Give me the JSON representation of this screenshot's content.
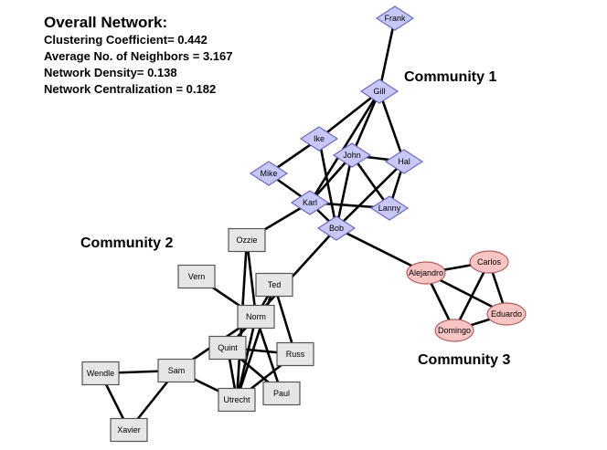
{
  "stats": {
    "title": "Overall Network:",
    "lines": [
      "Clustering Coefficient= 0.442",
      "Average No. of Neighbors = 3.167",
      "Network Density= 0.138",
      "Network Centralization = 0.182"
    ]
  },
  "communities": [
    {
      "id": "c1",
      "label": "Community 1",
      "shape": "diamond",
      "fill": "#c8c8f8",
      "stroke": "#6a6ac0"
    },
    {
      "id": "c2",
      "label": "Community 2",
      "shape": "rect",
      "fill": "#e6e6e6",
      "stroke": "#555555"
    },
    {
      "id": "c3",
      "label": "Community 3",
      "shape": "ellipse",
      "fill": "#f8c4c4",
      "stroke": "#b06060"
    }
  ],
  "nodes": [
    {
      "id": "Frank",
      "label": "Frank",
      "community": "c1"
    },
    {
      "id": "Gill",
      "label": "Gill",
      "community": "c1"
    },
    {
      "id": "Ike",
      "label": "Ike",
      "community": "c1"
    },
    {
      "id": "John",
      "label": "John",
      "community": "c1"
    },
    {
      "id": "Hal",
      "label": "Hal",
      "community": "c1"
    },
    {
      "id": "Mike",
      "label": "Mike",
      "community": "c1"
    },
    {
      "id": "Karl",
      "label": "Karl",
      "community": "c1"
    },
    {
      "id": "Lanny",
      "label": "Lanny",
      "community": "c1"
    },
    {
      "id": "Bob",
      "label": "Bob",
      "community": "c1"
    },
    {
      "id": "Ozzie",
      "label": "Ozzie",
      "community": "c2"
    },
    {
      "id": "Vern",
      "label": "Vern",
      "community": "c2"
    },
    {
      "id": "Ted",
      "label": "Ted",
      "community": "c2"
    },
    {
      "id": "Norm",
      "label": "Norm",
      "community": "c2"
    },
    {
      "id": "Quint",
      "label": "Quint",
      "community": "c2"
    },
    {
      "id": "Russ",
      "label": "Russ",
      "community": "c2"
    },
    {
      "id": "Wendle",
      "label": "Wendle",
      "community": "c2"
    },
    {
      "id": "Sam",
      "label": "Sam",
      "community": "c2"
    },
    {
      "id": "Utrecht",
      "label": "Utrecht",
      "community": "c2"
    },
    {
      "id": "Paul",
      "label": "Paul",
      "community": "c2"
    },
    {
      "id": "Xavier",
      "label": "Xavier",
      "community": "c2"
    },
    {
      "id": "Alejandro",
      "label": "Alejandro",
      "community": "c3"
    },
    {
      "id": "Carlos",
      "label": "Carlos",
      "community": "c3"
    },
    {
      "id": "Eduardo",
      "label": "Eduardo",
      "community": "c3"
    },
    {
      "id": "Domingo",
      "label": "Domingo",
      "community": "c3"
    }
  ],
  "edges": [
    [
      "Frank",
      "Gill"
    ],
    [
      "Gill",
      "Ike"
    ],
    [
      "Gill",
      "John"
    ],
    [
      "Gill",
      "Hal"
    ],
    [
      "Gill",
      "Karl"
    ],
    [
      "Ike",
      "Mike"
    ],
    [
      "Ike",
      "Bob"
    ],
    [
      "John",
      "Hal"
    ],
    [
      "John",
      "Karl"
    ],
    [
      "John",
      "Lanny"
    ],
    [
      "John",
      "Bob"
    ],
    [
      "Hal",
      "Lanny"
    ],
    [
      "Hal",
      "Bob"
    ],
    [
      "Mike",
      "Karl"
    ],
    [
      "Karl",
      "Lanny"
    ],
    [
      "Karl",
      "Bob"
    ],
    [
      "Karl",
      "Ozzie"
    ],
    [
      "Bob",
      "Alejandro"
    ],
    [
      "Bob",
      "Quint"
    ],
    [
      "Ozzie",
      "Norm"
    ],
    [
      "Ozzie",
      "Utrecht"
    ],
    [
      "Vern",
      "Norm"
    ],
    [
      "Ted",
      "Norm"
    ],
    [
      "Ted",
      "Russ"
    ],
    [
      "Ted",
      "Utrecht"
    ],
    [
      "Norm",
      "Sam"
    ],
    [
      "Norm",
      "Quint"
    ],
    [
      "Norm",
      "Utrecht"
    ],
    [
      "Norm",
      "Paul"
    ],
    [
      "Quint",
      "Russ"
    ],
    [
      "Quint",
      "Utrecht"
    ],
    [
      "Quint",
      "Paul"
    ],
    [
      "Russ",
      "Utrecht"
    ],
    [
      "Wendle",
      "Sam"
    ],
    [
      "Wendle",
      "Xavier"
    ],
    [
      "Sam",
      "Xavier"
    ],
    [
      "Sam",
      "Utrecht"
    ],
    [
      "Alejandro",
      "Carlos"
    ],
    [
      "Alejandro",
      "Eduardo"
    ],
    [
      "Alejandro",
      "Domingo"
    ],
    [
      "Carlos",
      "Eduardo"
    ],
    [
      "Carlos",
      "Domingo"
    ],
    [
      "Eduardo",
      "Domingo"
    ]
  ]
}
